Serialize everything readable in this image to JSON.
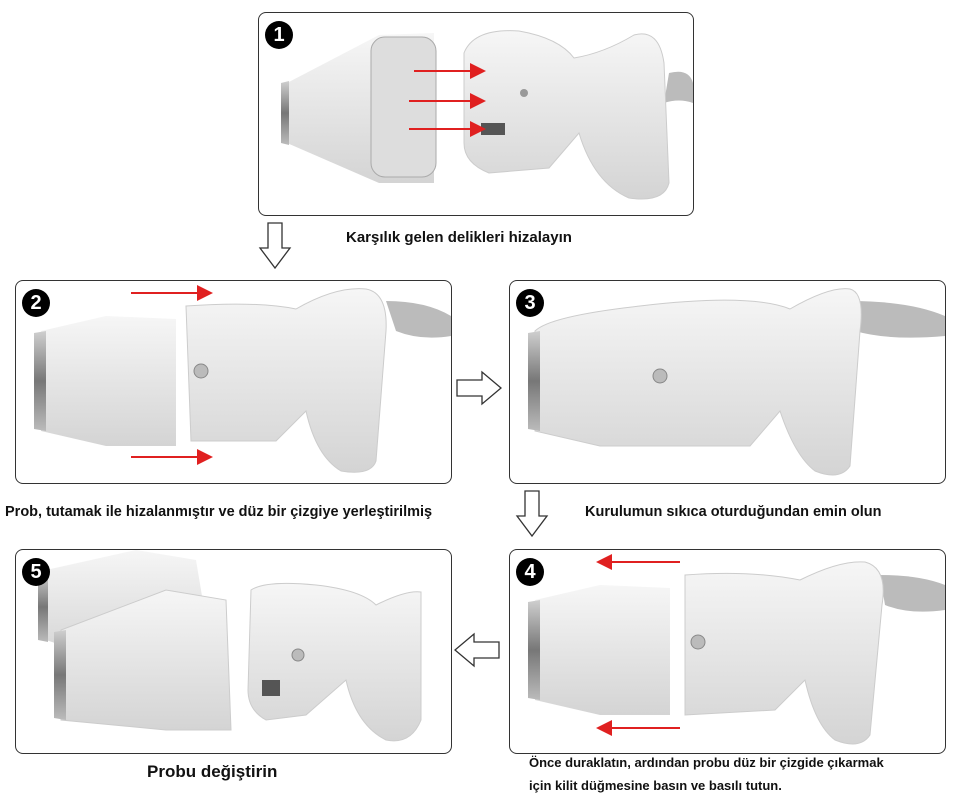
{
  "steps": [
    {
      "number": "1",
      "caption": "Karşılık gelen delikleri hizalayın"
    },
    {
      "number": "2",
      "caption": "Prob, tutamak ile hizalanmıştır ve düz bir çizgiye yerleştirilmiş"
    },
    {
      "number": "3",
      "caption": "Kurulumun sıkıca oturduğundan emin olun"
    },
    {
      "number": "4",
      "caption_line1": "Önce duraklatın, ardından probu düz bir çizgide çıkarmak",
      "caption_line2": "için kilit düğmesine basın ve basılı tutun."
    },
    {
      "number": "5",
      "caption": "Probu değiştirin"
    }
  ],
  "colors": {
    "arrow_red": "#e02020",
    "device": "#e9e9e9",
    "metal": "#9a9a9a"
  }
}
